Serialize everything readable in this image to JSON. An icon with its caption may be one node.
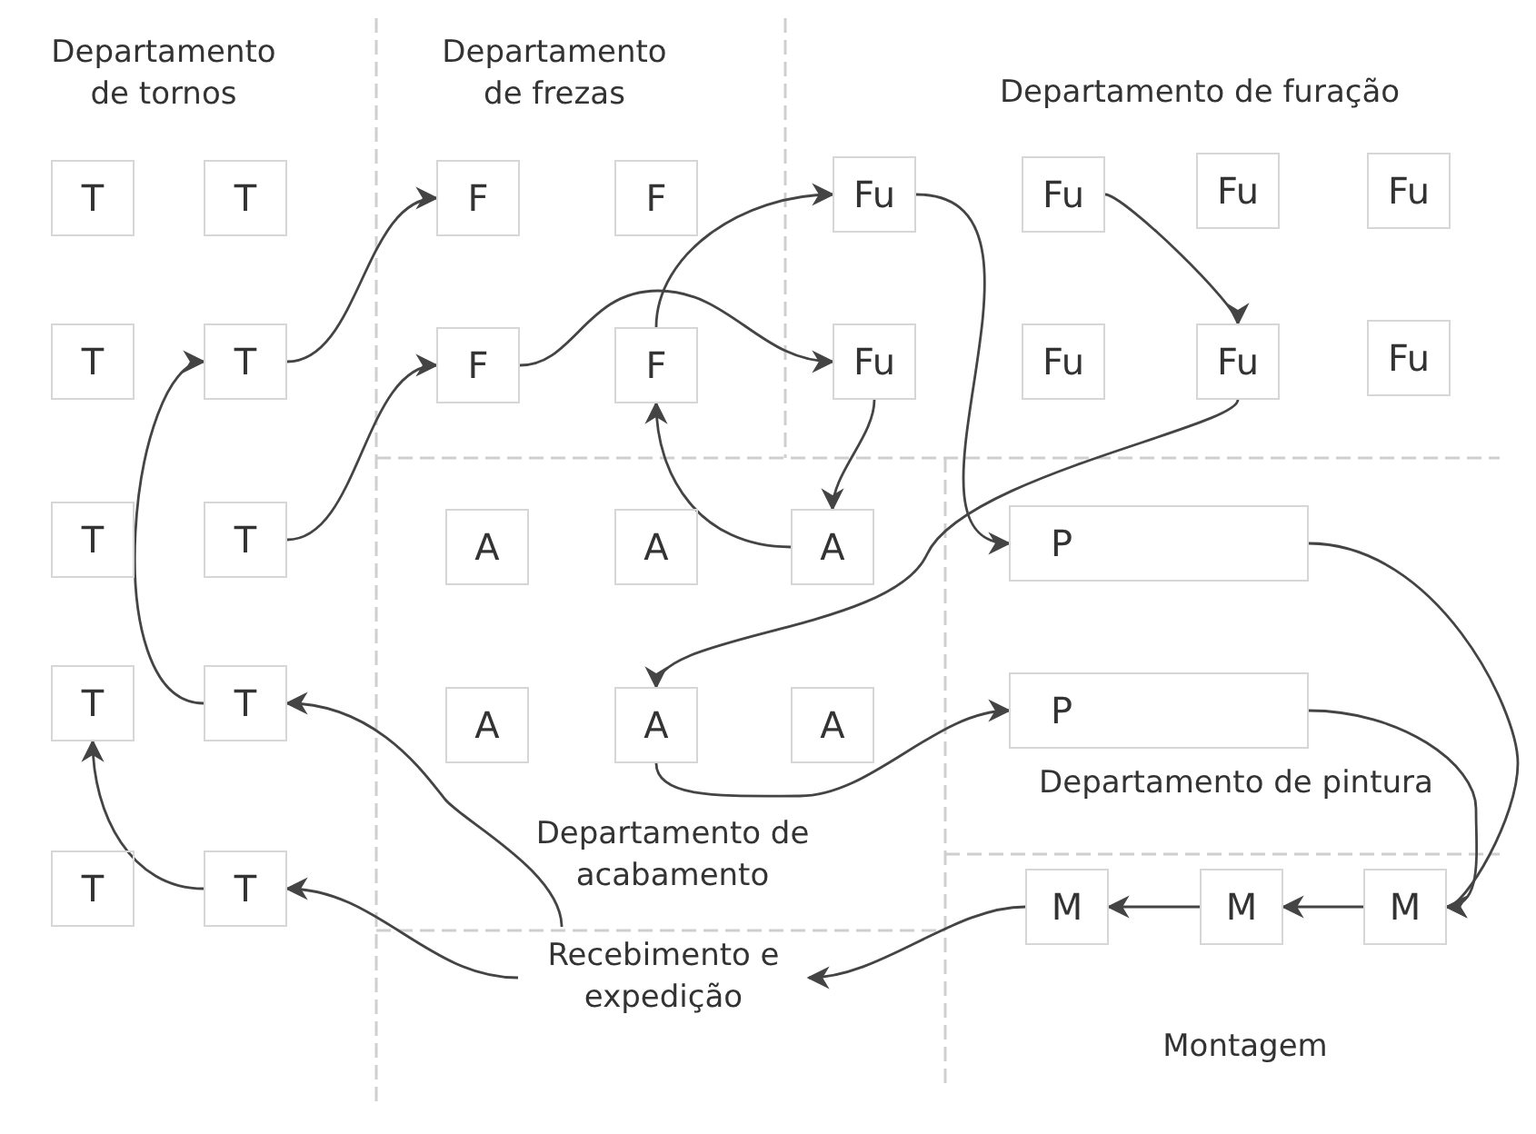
{
  "diagram": {
    "nodes": [
      {
        "text": [
          "T"
        ]
      },
      {
        "text": [
          "T"
        ]
      },
      {
        "text": [
          "F"
        ]
      },
      {
        "text": [
          "F"
        ]
      },
      {
        "text": [
          "Fu"
        ]
      },
      {
        "text": [
          "Fu"
        ]
      },
      {
        "text": [
          "Fu"
        ]
      },
      {
        "text": [
          "Fu"
        ]
      },
      {
        "text": [
          "T"
        ]
      },
      {
        "text": [
          "T"
        ]
      },
      {
        "text": [
          "F"
        ]
      },
      {
        "text": [
          "F"
        ]
      },
      {
        "text": [
          "Fu"
        ]
      },
      {
        "text": [
          "Fu"
        ]
      },
      {
        "text": [
          "Fu"
        ]
      },
      {
        "text": [
          "Fu"
        ]
      },
      {
        "text": [
          "T"
        ]
      },
      {
        "text": [
          "T"
        ]
      },
      {
        "text": [
          "A"
        ]
      },
      {
        "text": [
          "A"
        ]
      },
      {
        "text": [
          "A"
        ]
      },
      {
        "text": [
          "P"
        ]
      },
      {
        "text": [
          "T"
        ]
      },
      {
        "text": [
          "T"
        ]
      },
      {
        "text": [
          "A"
        ]
      },
      {
        "text": [
          "A"
        ]
      },
      {
        "text": [
          "A"
        ]
      },
      {
        "text": [
          "P"
        ]
      },
      {
        "text": [
          "T"
        ]
      },
      {
        "text": [
          "T"
        ]
      },
      {
        "text": [
          "Recebimento e expedição"
        ]
      },
      {
        "text": [
          "M"
        ]
      },
      {
        "text": [
          "M"
        ]
      },
      {
        "text": [
          "M"
        ]
      }
    ],
    "edges": [
      {
        "from": 9,
        "to": 2,
        "arrow": "to"
      },
      {
        "from": 17,
        "to": 10,
        "arrow": "to"
      },
      {
        "from": 23,
        "to": 9,
        "arrow": "to"
      },
      {
        "from": 29,
        "to": 22,
        "arrow": "to"
      },
      {
        "from": 30,
        "to": 23,
        "arrow": "to"
      },
      {
        "from": 30,
        "to": 29,
        "arrow": "to"
      },
      {
        "from": 10,
        "to": 12,
        "arrow": "to"
      },
      {
        "from": 11,
        "to": 4,
        "arrow": "to"
      },
      {
        "from": 12,
        "to": 20,
        "arrow": "to"
      },
      {
        "from": 20,
        "to": 11,
        "arrow": "to"
      },
      {
        "from": 4,
        "to": 21,
        "arrow": "to"
      },
      {
        "from": 5,
        "to": 14,
        "arrow": "to"
      },
      {
        "from": 14,
        "to": 25,
        "arrow": "to"
      },
      {
        "from": 25,
        "to": 27,
        "arrow": "to"
      },
      {
        "from": 21,
        "to": 33,
        "arrow": "to"
      },
      {
        "from": 27,
        "to": 33,
        "arrow": "to"
      },
      {
        "from": 33,
        "to": 32,
        "arrow": "to"
      },
      {
        "from": 32,
        "to": 31,
        "arrow": "to"
      },
      {
        "from": 31,
        "to": 30,
        "arrow": "to"
      }
    ],
    "labels": [
      "Departamento de tornos",
      "Departamento de frezas",
      "Departamento de furação",
      "Departamento de acabamento",
      "Departamento de pintura",
      "Montagem"
    ]
  }
}
